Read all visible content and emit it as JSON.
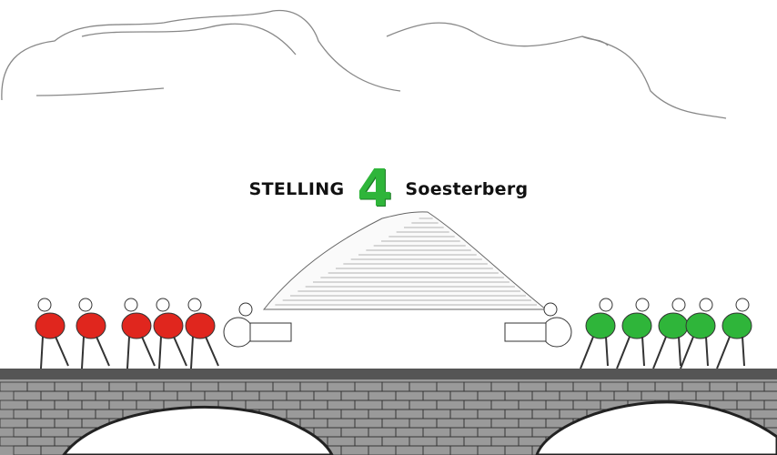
{
  "title": {
    "left": "STELLING",
    "number": "4",
    "right": "Soesterberg"
  },
  "colors": {
    "number": "#2fb53a",
    "team_left": "#e0261e",
    "team_right": "#2fb53a"
  }
}
